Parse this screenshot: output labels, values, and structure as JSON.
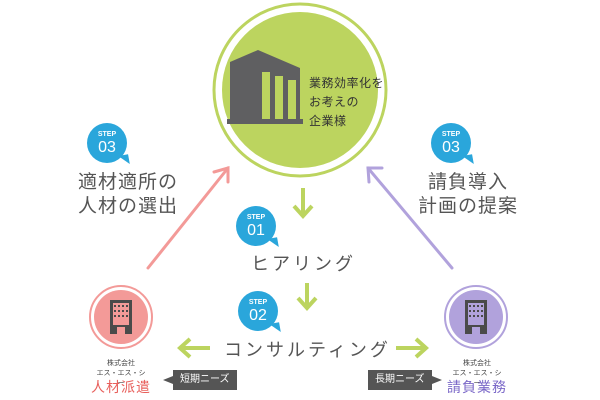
{
  "colors": {
    "green": "#bcd45f",
    "pink": "#f39a98",
    "purple": "#b1a2dc",
    "blue": "#2aa6db",
    "dark": "#555555",
    "building": "#5f5f61"
  },
  "center": {
    "icon": "office-building-icon",
    "text_lines": [
      "業務効率化を",
      "お考えの",
      "企業様"
    ]
  },
  "steps": {
    "left": {
      "step": "STEP",
      "number": "03",
      "lines": [
        "適材適所の",
        "人材の選出"
      ]
    },
    "right": {
      "step": "STEP",
      "number": "03",
      "lines": [
        "請負導入",
        "計画の提案"
      ]
    },
    "hearing": {
      "step": "STEP",
      "number": "01",
      "label": "ヒアリング"
    },
    "consulting": {
      "step": "STEP",
      "number": "02",
      "label": "コンサルティング"
    }
  },
  "companies": {
    "left": {
      "icon": "building-icon",
      "corp": "株式会社",
      "name_kana": "エス・エス・シー",
      "service": "人材派遣",
      "tag": "短期ニーズ"
    },
    "right": {
      "icon": "building-icon",
      "corp": "株式会社",
      "name_kana": "エス・エス・シー",
      "service": "請負業務",
      "tag": "長期ニーズ"
    }
  }
}
